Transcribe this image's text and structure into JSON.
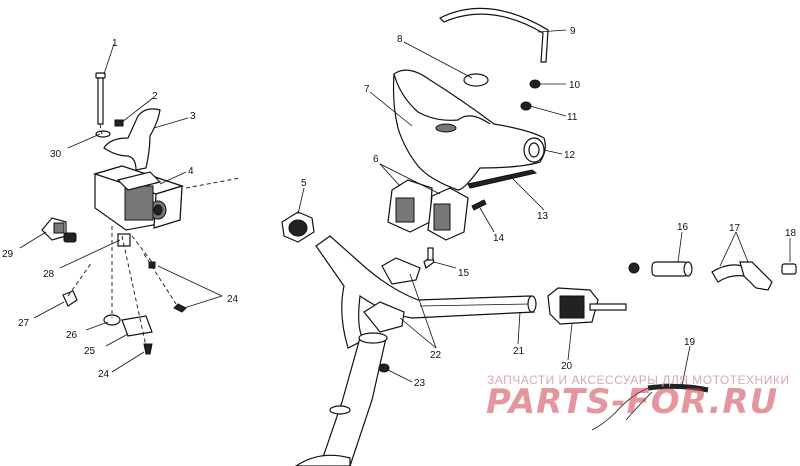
{
  "callouts": [
    "1",
    "2",
    "3",
    "4",
    "5",
    "6",
    "7",
    "8",
    "9",
    "10",
    "11",
    "12",
    "13",
    "14",
    "15",
    "17",
    "18",
    "19",
    "20",
    "21",
    "22",
    "23",
    "24",
    "24",
    "25",
    "26",
    "27",
    "28",
    "29",
    "30",
    "16"
  ],
  "watermark": {
    "caption": "ЗАПЧАСТИ И АКСЕССУАРЫ ДЛЯ МОТОТЕХНИКИ",
    "logo": "PARTS-FOR.RU"
  },
  "colors": {
    "line": "#111111",
    "watermark": "#ce404e"
  }
}
